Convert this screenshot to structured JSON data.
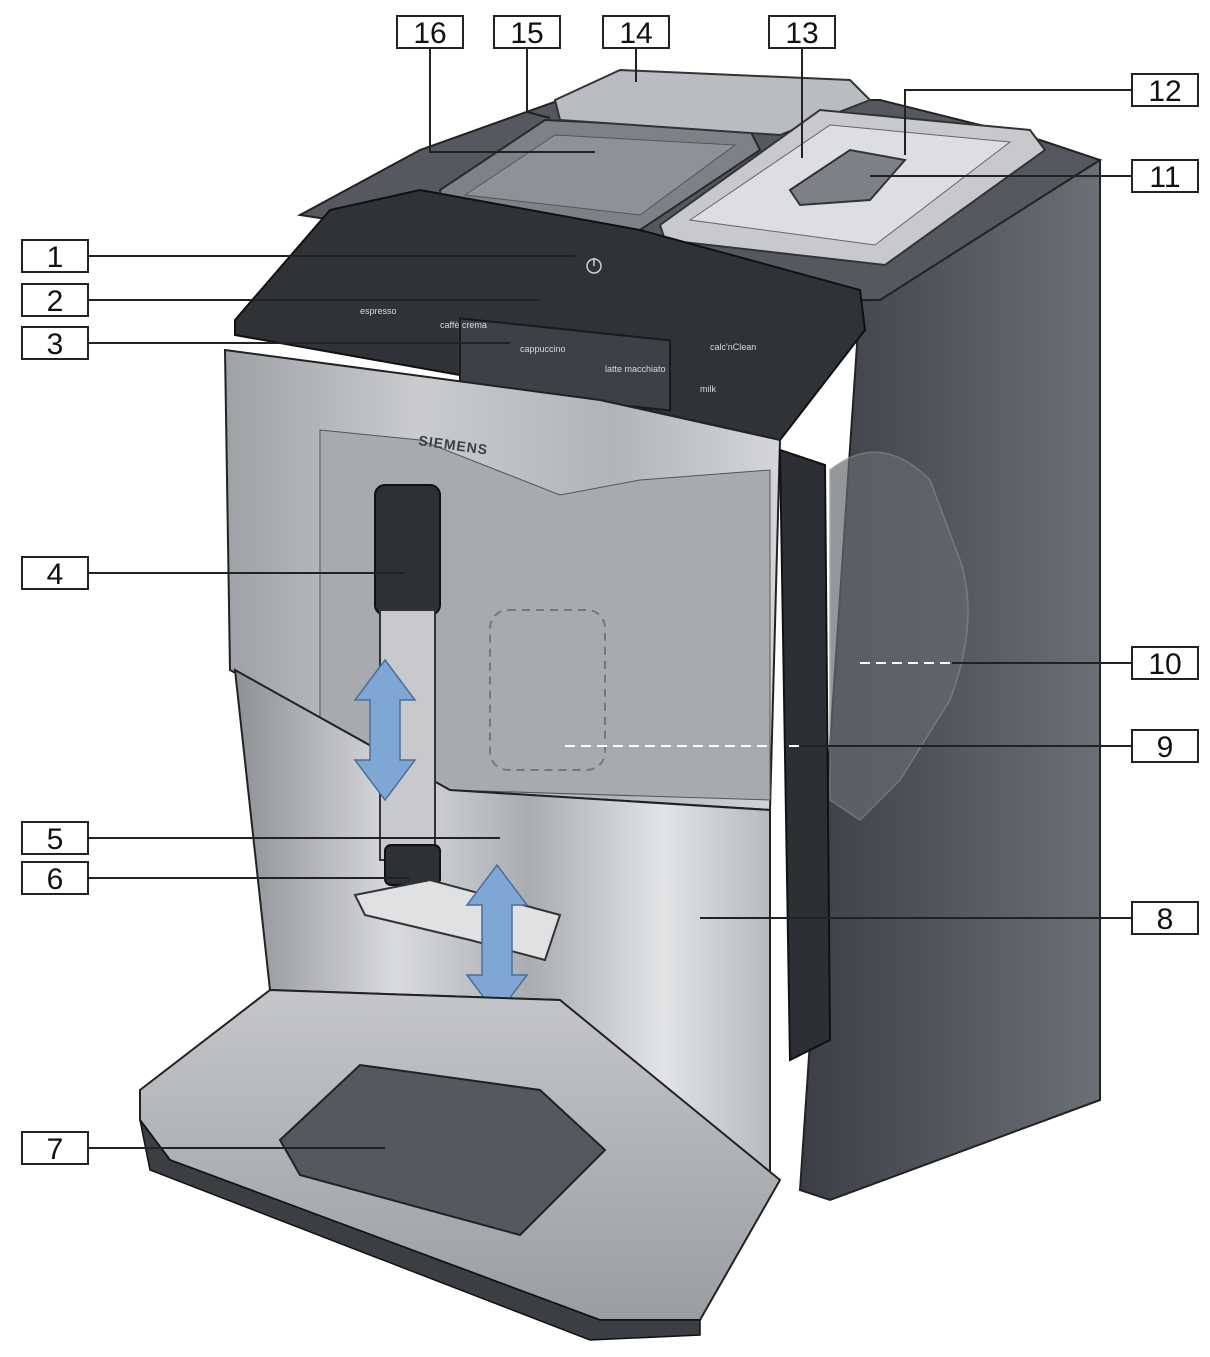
{
  "brand": "SIEMENS",
  "panel_labels": {
    "espresso": "espresso",
    "caffe_crema": "caffè crema",
    "cappuccino": "cappuccino",
    "latte_macchiato": "latte macchiato",
    "milk": "milk",
    "calc_n_clean": "calc'nClean"
  },
  "callouts": [
    {
      "id": "1"
    },
    {
      "id": "2"
    },
    {
      "id": "3"
    },
    {
      "id": "4"
    },
    {
      "id": "5"
    },
    {
      "id": "6"
    },
    {
      "id": "7"
    },
    {
      "id": "8"
    },
    {
      "id": "9"
    },
    {
      "id": "10"
    },
    {
      "id": "11"
    },
    {
      "id": "12"
    },
    {
      "id": "13"
    },
    {
      "id": "14"
    },
    {
      "id": "15"
    },
    {
      "id": "16"
    }
  ],
  "colors": {
    "body_dark": "#4a4e55",
    "body_side": "#5f636b",
    "front_silver": "#b9bcc1",
    "front_light": "#d8dadd",
    "panel_black": "#2f3237",
    "arrow_blue": "#7fa7d6"
  }
}
